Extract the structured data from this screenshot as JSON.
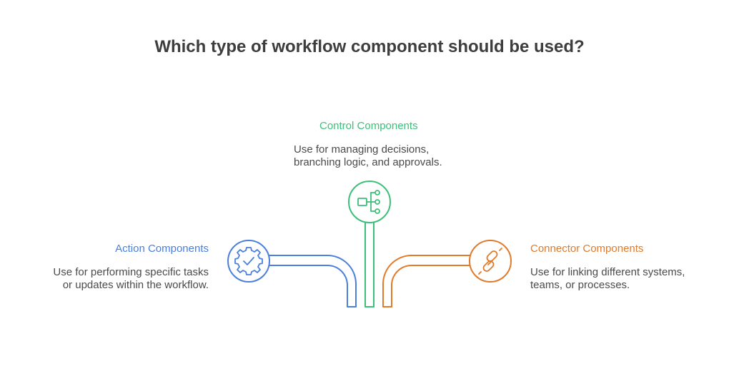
{
  "title": "Which type of workflow component should be used?",
  "colors": {
    "action": "#4a7fdc",
    "control": "#3dbf7a",
    "connector": "#e07b2c",
    "text": "#444444"
  },
  "items": [
    {
      "key": "action",
      "heading": "Action Components",
      "desc_lines": [
        "Use for performing specific tasks",
        "or updates within the workflow."
      ],
      "icon": "gear-check-icon"
    },
    {
      "key": "control",
      "heading": "Control Components",
      "desc_lines": [
        "Use for managing decisions,",
        "branching logic, and approvals."
      ],
      "icon": "branching-flow-icon"
    },
    {
      "key": "connector",
      "heading": "Connector Components",
      "desc_lines": [
        "Use for linking different systems,",
        "teams, or processes."
      ],
      "icon": "chain-link-icon"
    }
  ]
}
